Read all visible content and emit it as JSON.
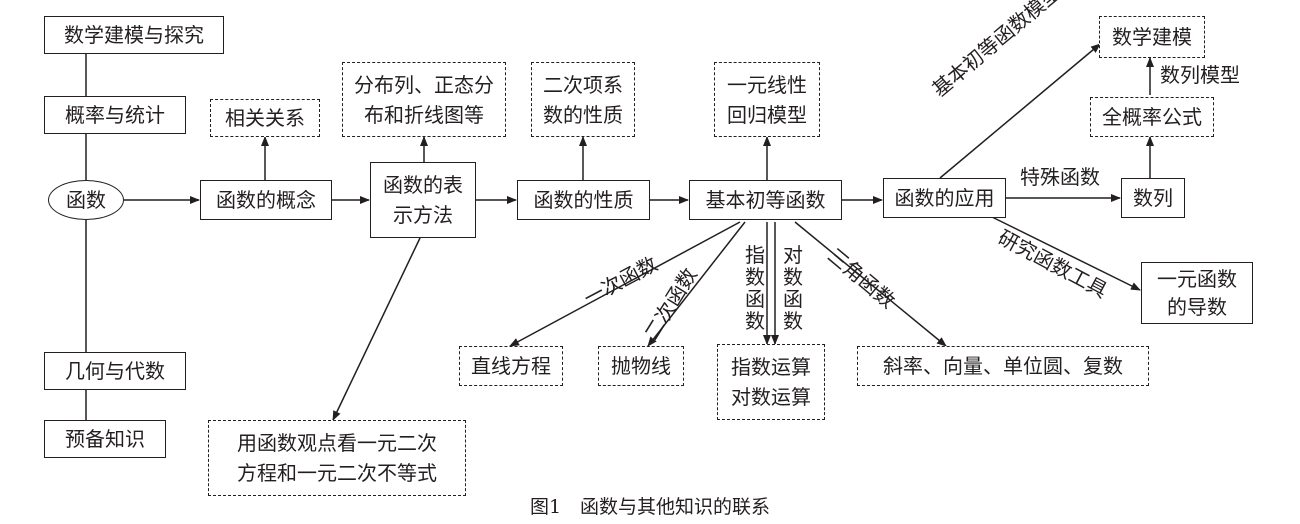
{
  "nodes": {
    "math_modeling_explore": "数学建模与探究",
    "probability_statistics": "概率与统计",
    "function": "函数",
    "geometry_algebra": "几何与代数",
    "preliminary": "预备知识",
    "correlation": "相关关系",
    "distribution": [
      "分布列、正态分",
      "布和折线图等"
    ],
    "quadratic_coef": [
      "二次项系",
      "数的性质"
    ],
    "linear_regression": [
      "一元线性",
      "回归模型"
    ],
    "math_model": "数学建模",
    "total_prob": "全概率公式",
    "concept": "函数的概念",
    "representation": [
      "函数的表",
      "示方法"
    ],
    "properties": "函数的性质",
    "elementary": "基本初等函数",
    "application": "函数的应用",
    "sequence": "数列",
    "derivative": [
      "一元函数",
      "的导数"
    ],
    "line_eq": "直线方程",
    "parabola": "抛物线",
    "exp_log_ops": [
      "指数运算",
      "对数运算"
    ],
    "trig_related": "斜率、向量、单位圆、复数",
    "equation_view": [
      "用函数观点看一元二次",
      "方程和一元二次不等式"
    ]
  },
  "edge_labels": {
    "elementary_model": "基本初等函数模型",
    "sequence_model": "数列模型",
    "special_function": "特殊函数",
    "research_tool": "研究函数工具",
    "linear_function": "一次函数",
    "quadratic_function": "二次函数",
    "exponential_function": "指数函数",
    "log_function": "对数函数",
    "trig_function": "三角函数"
  },
  "caption": "图1　函数与其他知识的联系"
}
